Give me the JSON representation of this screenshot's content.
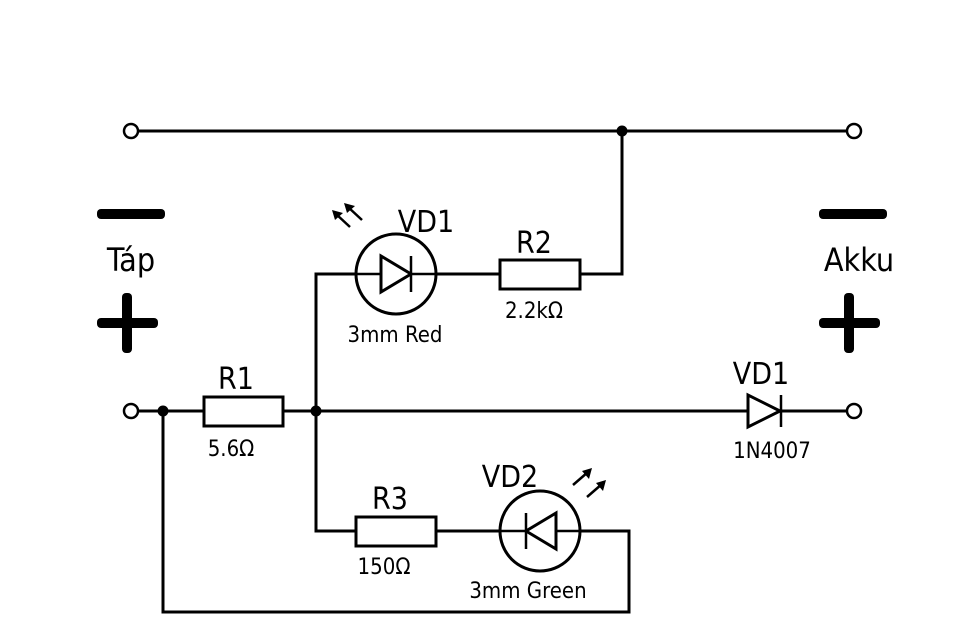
{
  "supply": {
    "label": "Táp",
    "minus_sign": "—",
    "plus_sign": "+"
  },
  "battery": {
    "label": "Akku",
    "minus_sign": "—",
    "plus_sign": "+"
  },
  "components": {
    "r1": {
      "name": "R1",
      "value": "5.6Ω"
    },
    "r2": {
      "name": "R2",
      "value": "2.2kΩ"
    },
    "r3": {
      "name": "R3",
      "value": "150Ω"
    },
    "led_red": {
      "name": "VD1",
      "value": "3mm Red"
    },
    "led_green": {
      "name": "VD2",
      "value": "3mm Green"
    },
    "diode": {
      "name": "VD1",
      "value": "1N4007"
    }
  },
  "icons": {
    "led_arrows": "light-emission-arrows-icon",
    "diode": "diode-symbol-icon",
    "resistor": "resistor-symbol-icon",
    "terminal": "terminal-circle-icon",
    "junction": "junction-dot-icon"
  },
  "colors": {
    "ink": "#000000",
    "background": "#ffffff"
  }
}
